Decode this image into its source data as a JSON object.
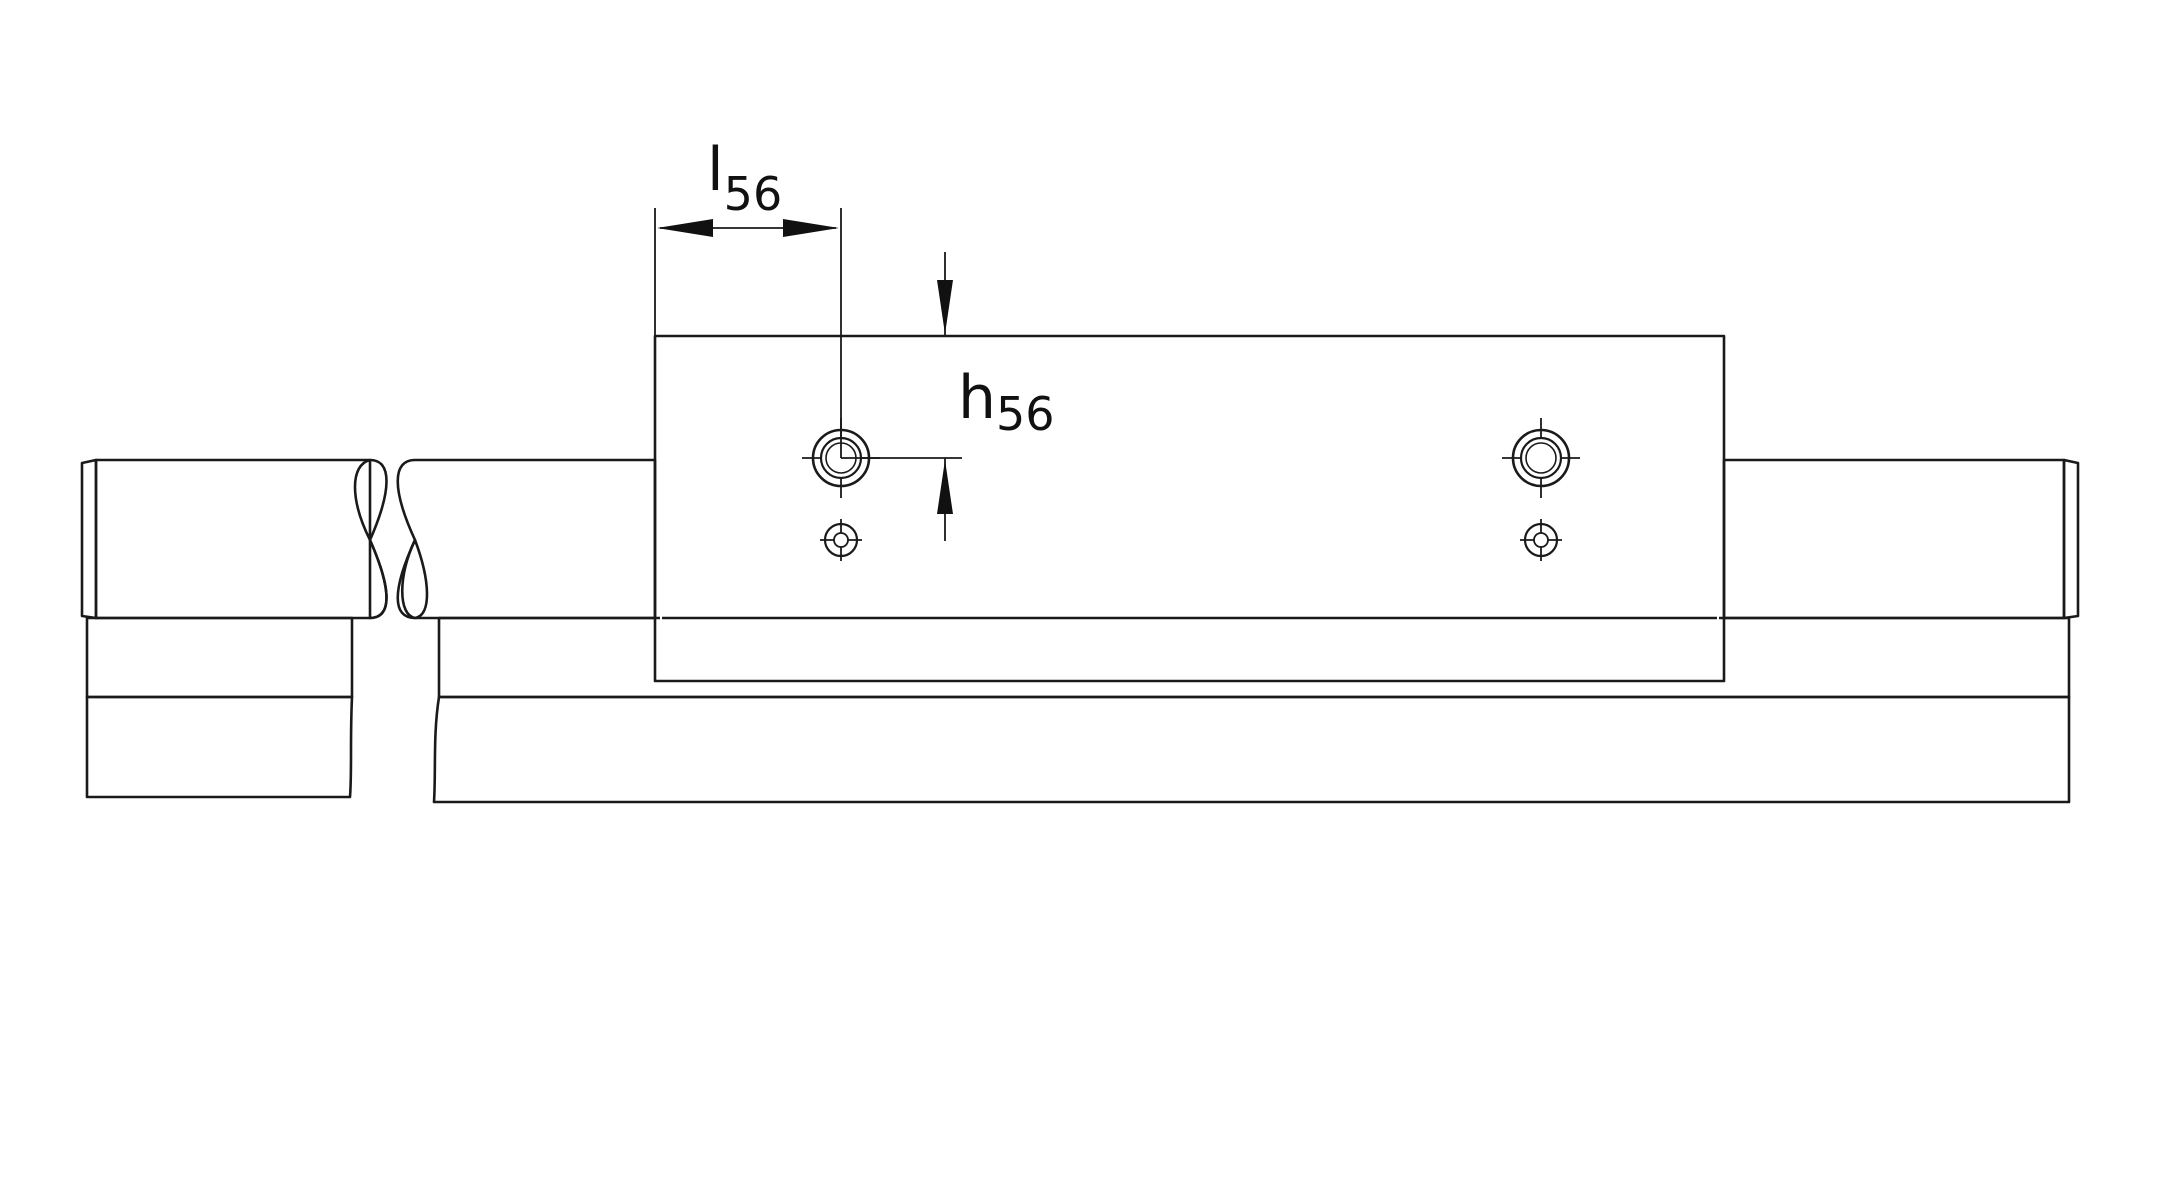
{
  "dimensions": {
    "l56": {
      "main": "l",
      "sub": "56"
    },
    "h56": {
      "main": "h",
      "sub": "56"
    }
  },
  "colors": {
    "body_light": "#ffffff",
    "body_tint": "#c9dde3",
    "rod_light": "#f4f4f4",
    "rod_dark": "#9a9a9a",
    "line": "#1a1a1a"
  }
}
